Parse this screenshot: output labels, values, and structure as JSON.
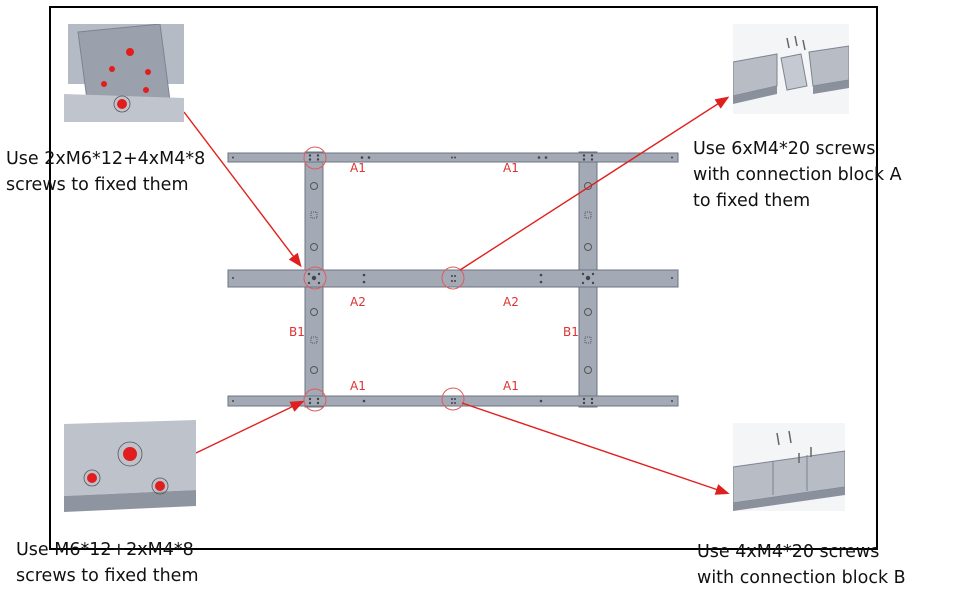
{
  "captions": {
    "top_left": {
      "line1": "Use 2xM6*12+4xM4*8",
      "line2": "screws to fixed them"
    },
    "top_right": {
      "line1": "Use 6xM4*20 screws",
      "line2": "with connection block A",
      "line3": "to fixed them"
    },
    "bottom_left": {
      "line1": "Use M6*12+2xM4*8",
      "line2": "screws to fixed them"
    },
    "bottom_right": {
      "line1": "Use 4xM4*20 screws",
      "line2": "with connection block B"
    }
  },
  "labels": {
    "a1": "A1",
    "a2": "A2",
    "b1": "B1"
  },
  "colors": {
    "arrow": "#e0201e",
    "beam": "#a6adb9",
    "beam_edge": "#6d7482",
    "marker": "#e05a5a"
  },
  "icons": {
    "top_left_thumb": "beam-joint-cross-icon",
    "bottom_left_thumb": "beam-joint-tee-icon",
    "top_right_thumb": "connection-block-a-icon",
    "bottom_right_thumb": "connection-block-b-icon"
  }
}
